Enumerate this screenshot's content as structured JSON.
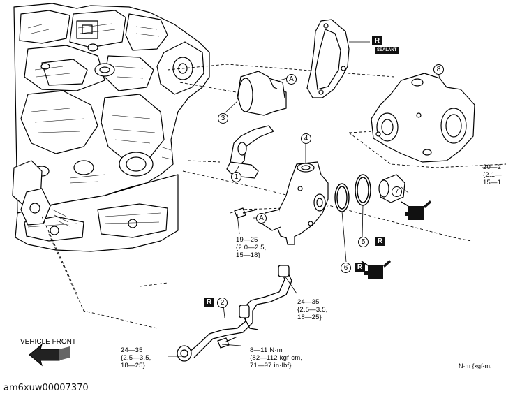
{
  "figure": {
    "image_code": "am6xuw00007370",
    "vehicle_front_label": "VEHICLE FRONT",
    "unit_note": "N·m {kgf-m,",
    "part_numbers": [
      "1",
      "2",
      "3",
      "4",
      "5",
      "6",
      "7",
      "8"
    ],
    "reference_mark": "A",
    "replace_mark": "R",
    "sealant_label": "SEALANT",
    "oil_label": "OIL",
    "torque_specs": {
      "bolt_center": "19—25\n{2.0—2.5,\n15—18}",
      "pipe_right": "24—35\n{2.5—3.5,\n18—25}",
      "pipe_left": "24—35\n{2.5—3.5,\n18—25}",
      "bracket_bolt": "8—11 N·m\n{82—112 kgf·cm,\n71—97 in·lbf}",
      "housing_right": "20—2\n{2.1—\n15—1"
    }
  }
}
